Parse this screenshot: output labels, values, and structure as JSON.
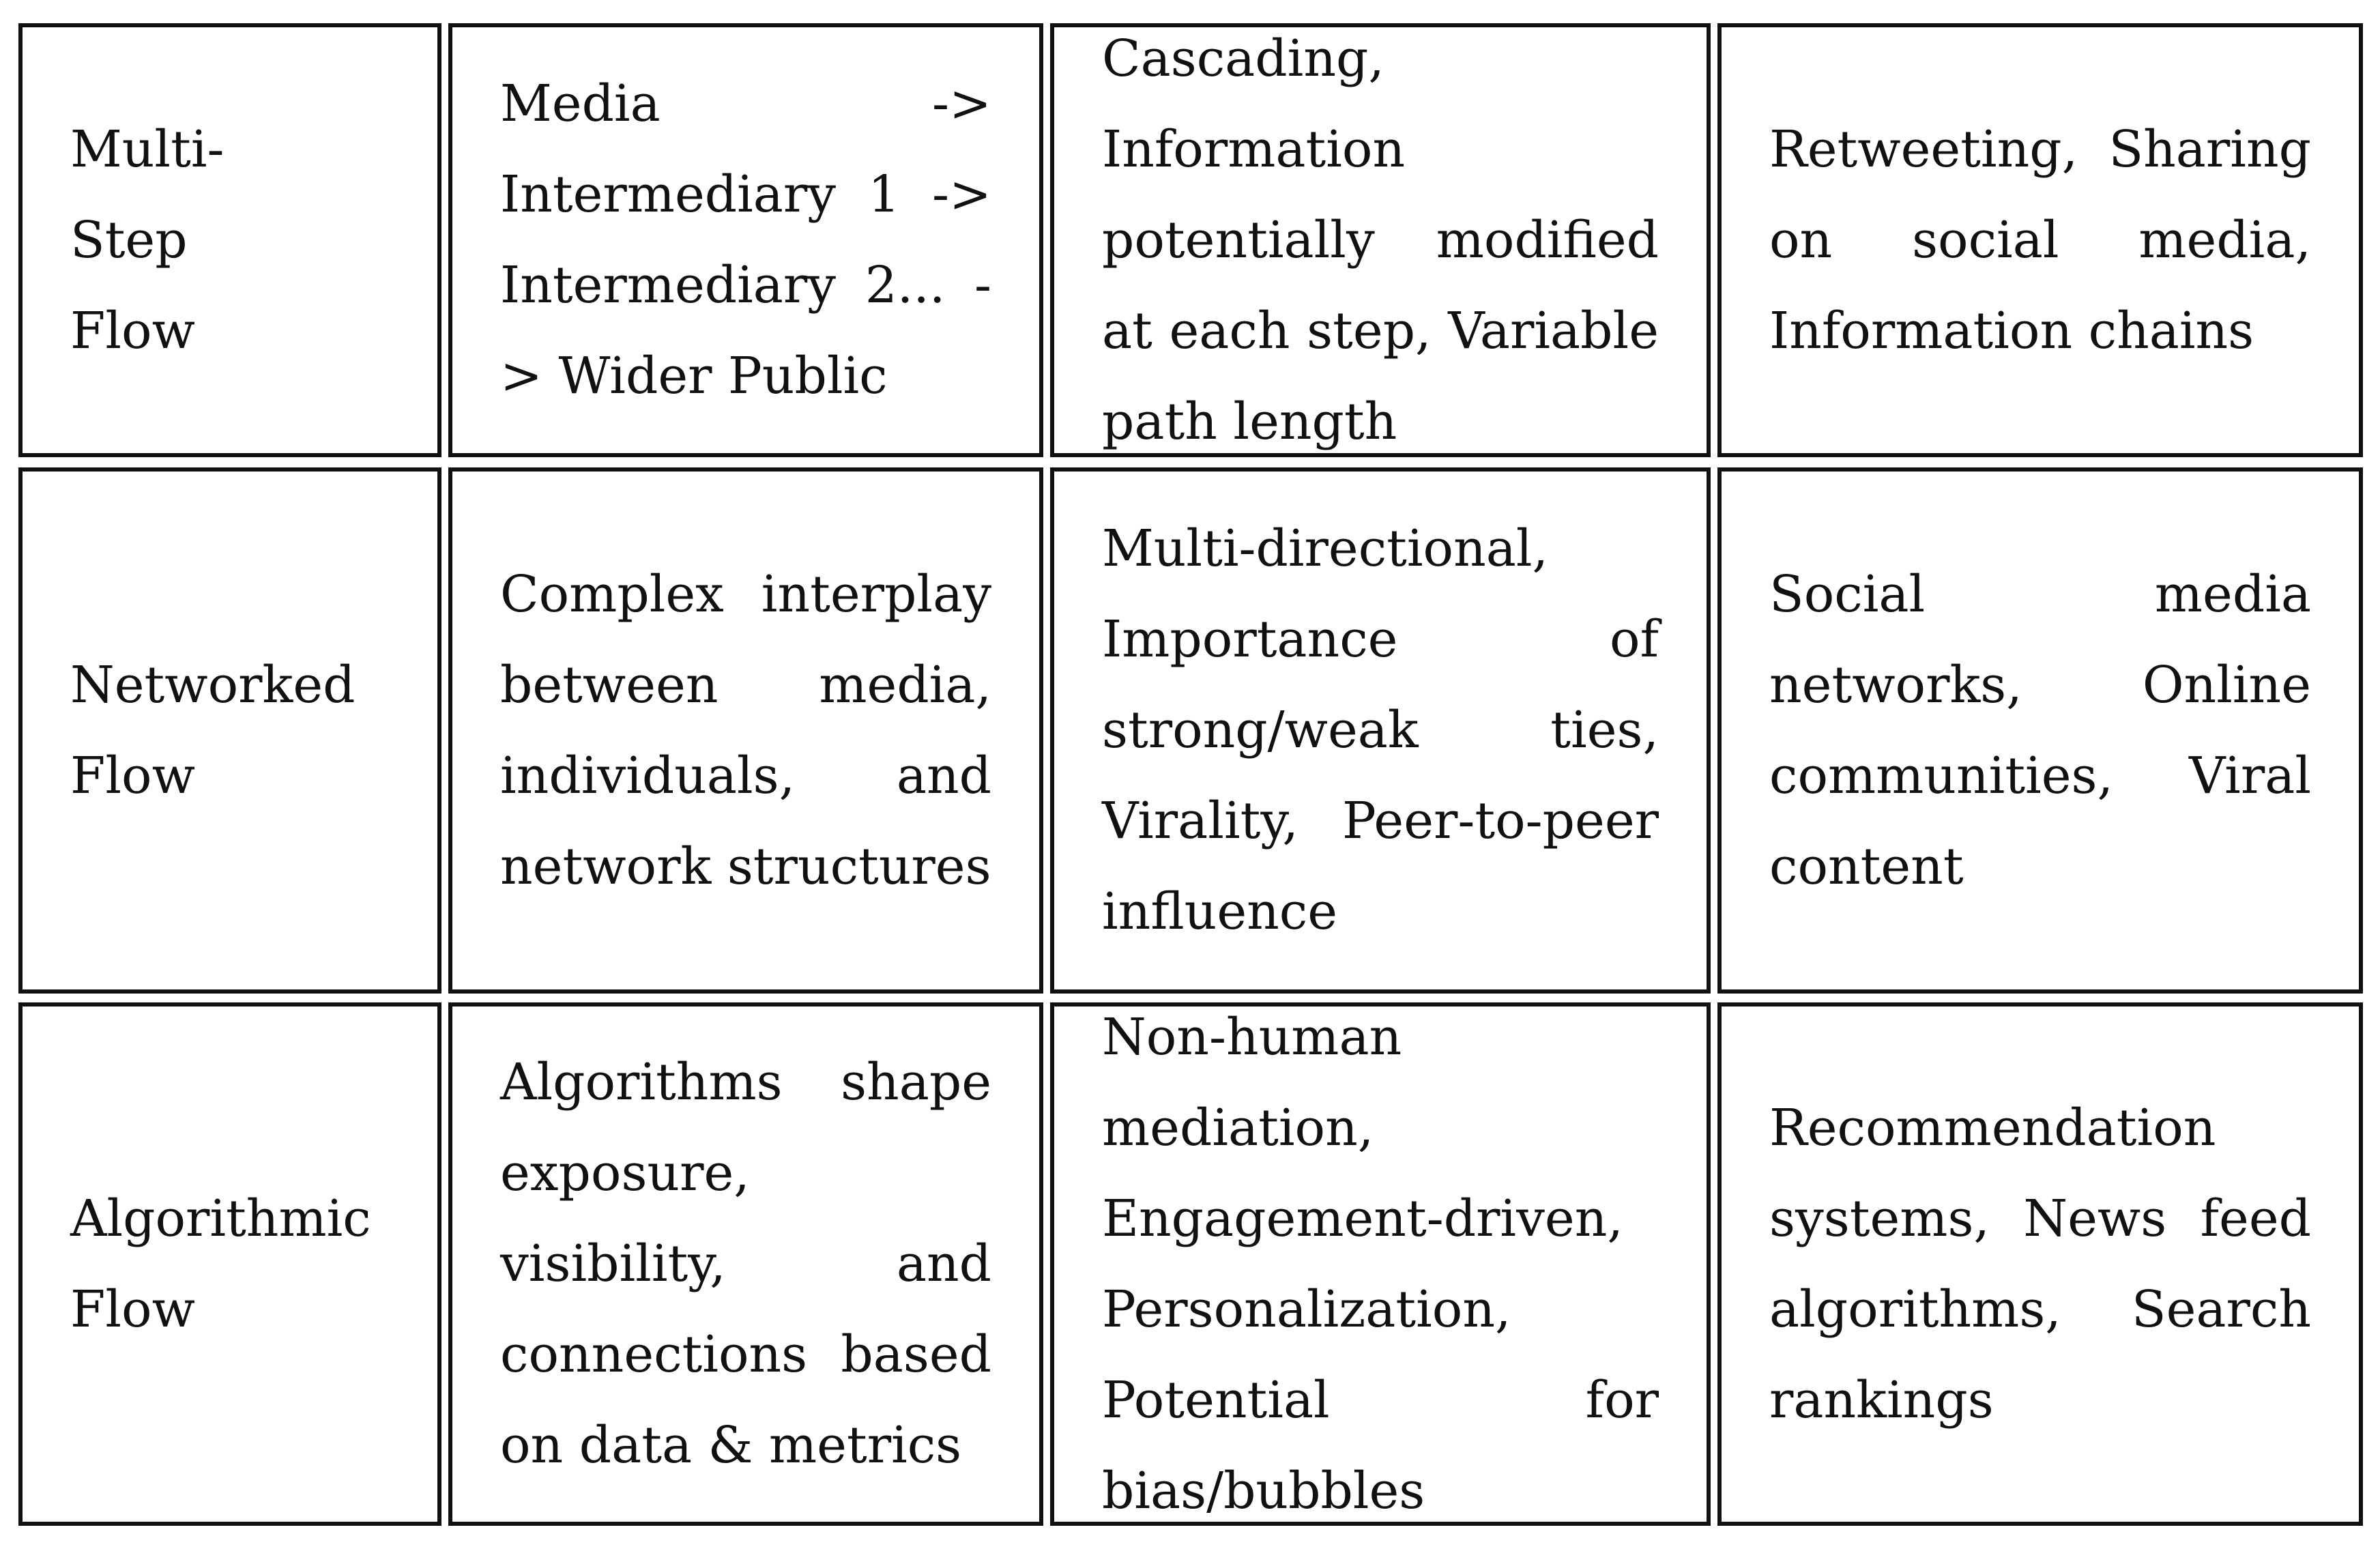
{
  "rows": [
    {
      "type": "Multi-Step Flow",
      "description": "Media -> Intermediary 1 -> Intermediary 2... -> Wider Public",
      "characteristics": "Cascading, Information potentially modified at each step, Variable path length",
      "examples": "Retweeting, Sharing on social media, Information chains"
    },
    {
      "type": "Networked Flow",
      "description": "Complex interplay between media, individuals, and network structures",
      "characteristics": "Multi-directional, Importance of strong/weak ties, Virality, Peer-to-peer influence",
      "examples": "Social media networks, Online communities, Viral content"
    },
    {
      "type": "Algorithmic Flow",
      "description": "Algorithms shape exposure, visibility, and connections based on data & metrics",
      "characteristics": "Non-human mediation, Engagement-driven, Personalization, Potential for bias/bubbles",
      "examples": "Recommendation systems, News feed algorithms, Search rankings"
    }
  ]
}
